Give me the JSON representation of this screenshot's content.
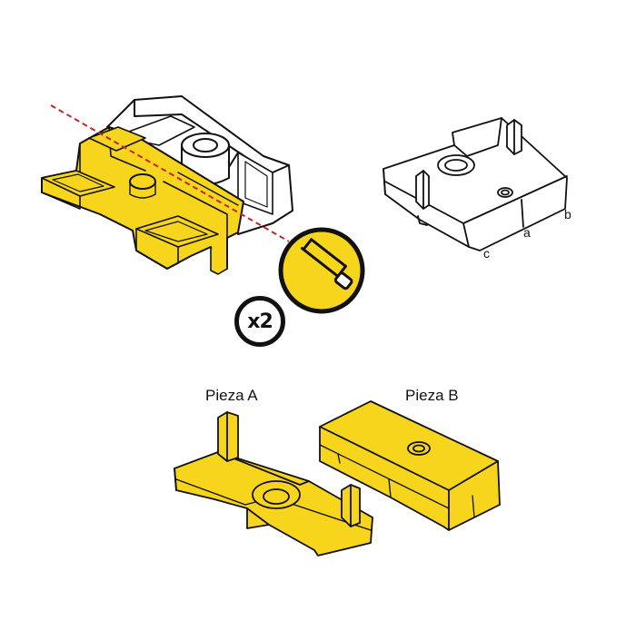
{
  "labels": {
    "pieza_a": "Pieza A",
    "pieza_b": "Pieza B",
    "side_a": "a",
    "side_b": "b",
    "side_c": "c"
  },
  "badge": {
    "quantity": "x2"
  },
  "icons": {
    "cut_tool": "hacksaw-icon"
  },
  "colors": {
    "highlight": "#F7D51D",
    "outline": "#111111",
    "cut_line": "#C0272D",
    "background": "#FFFFFF"
  }
}
